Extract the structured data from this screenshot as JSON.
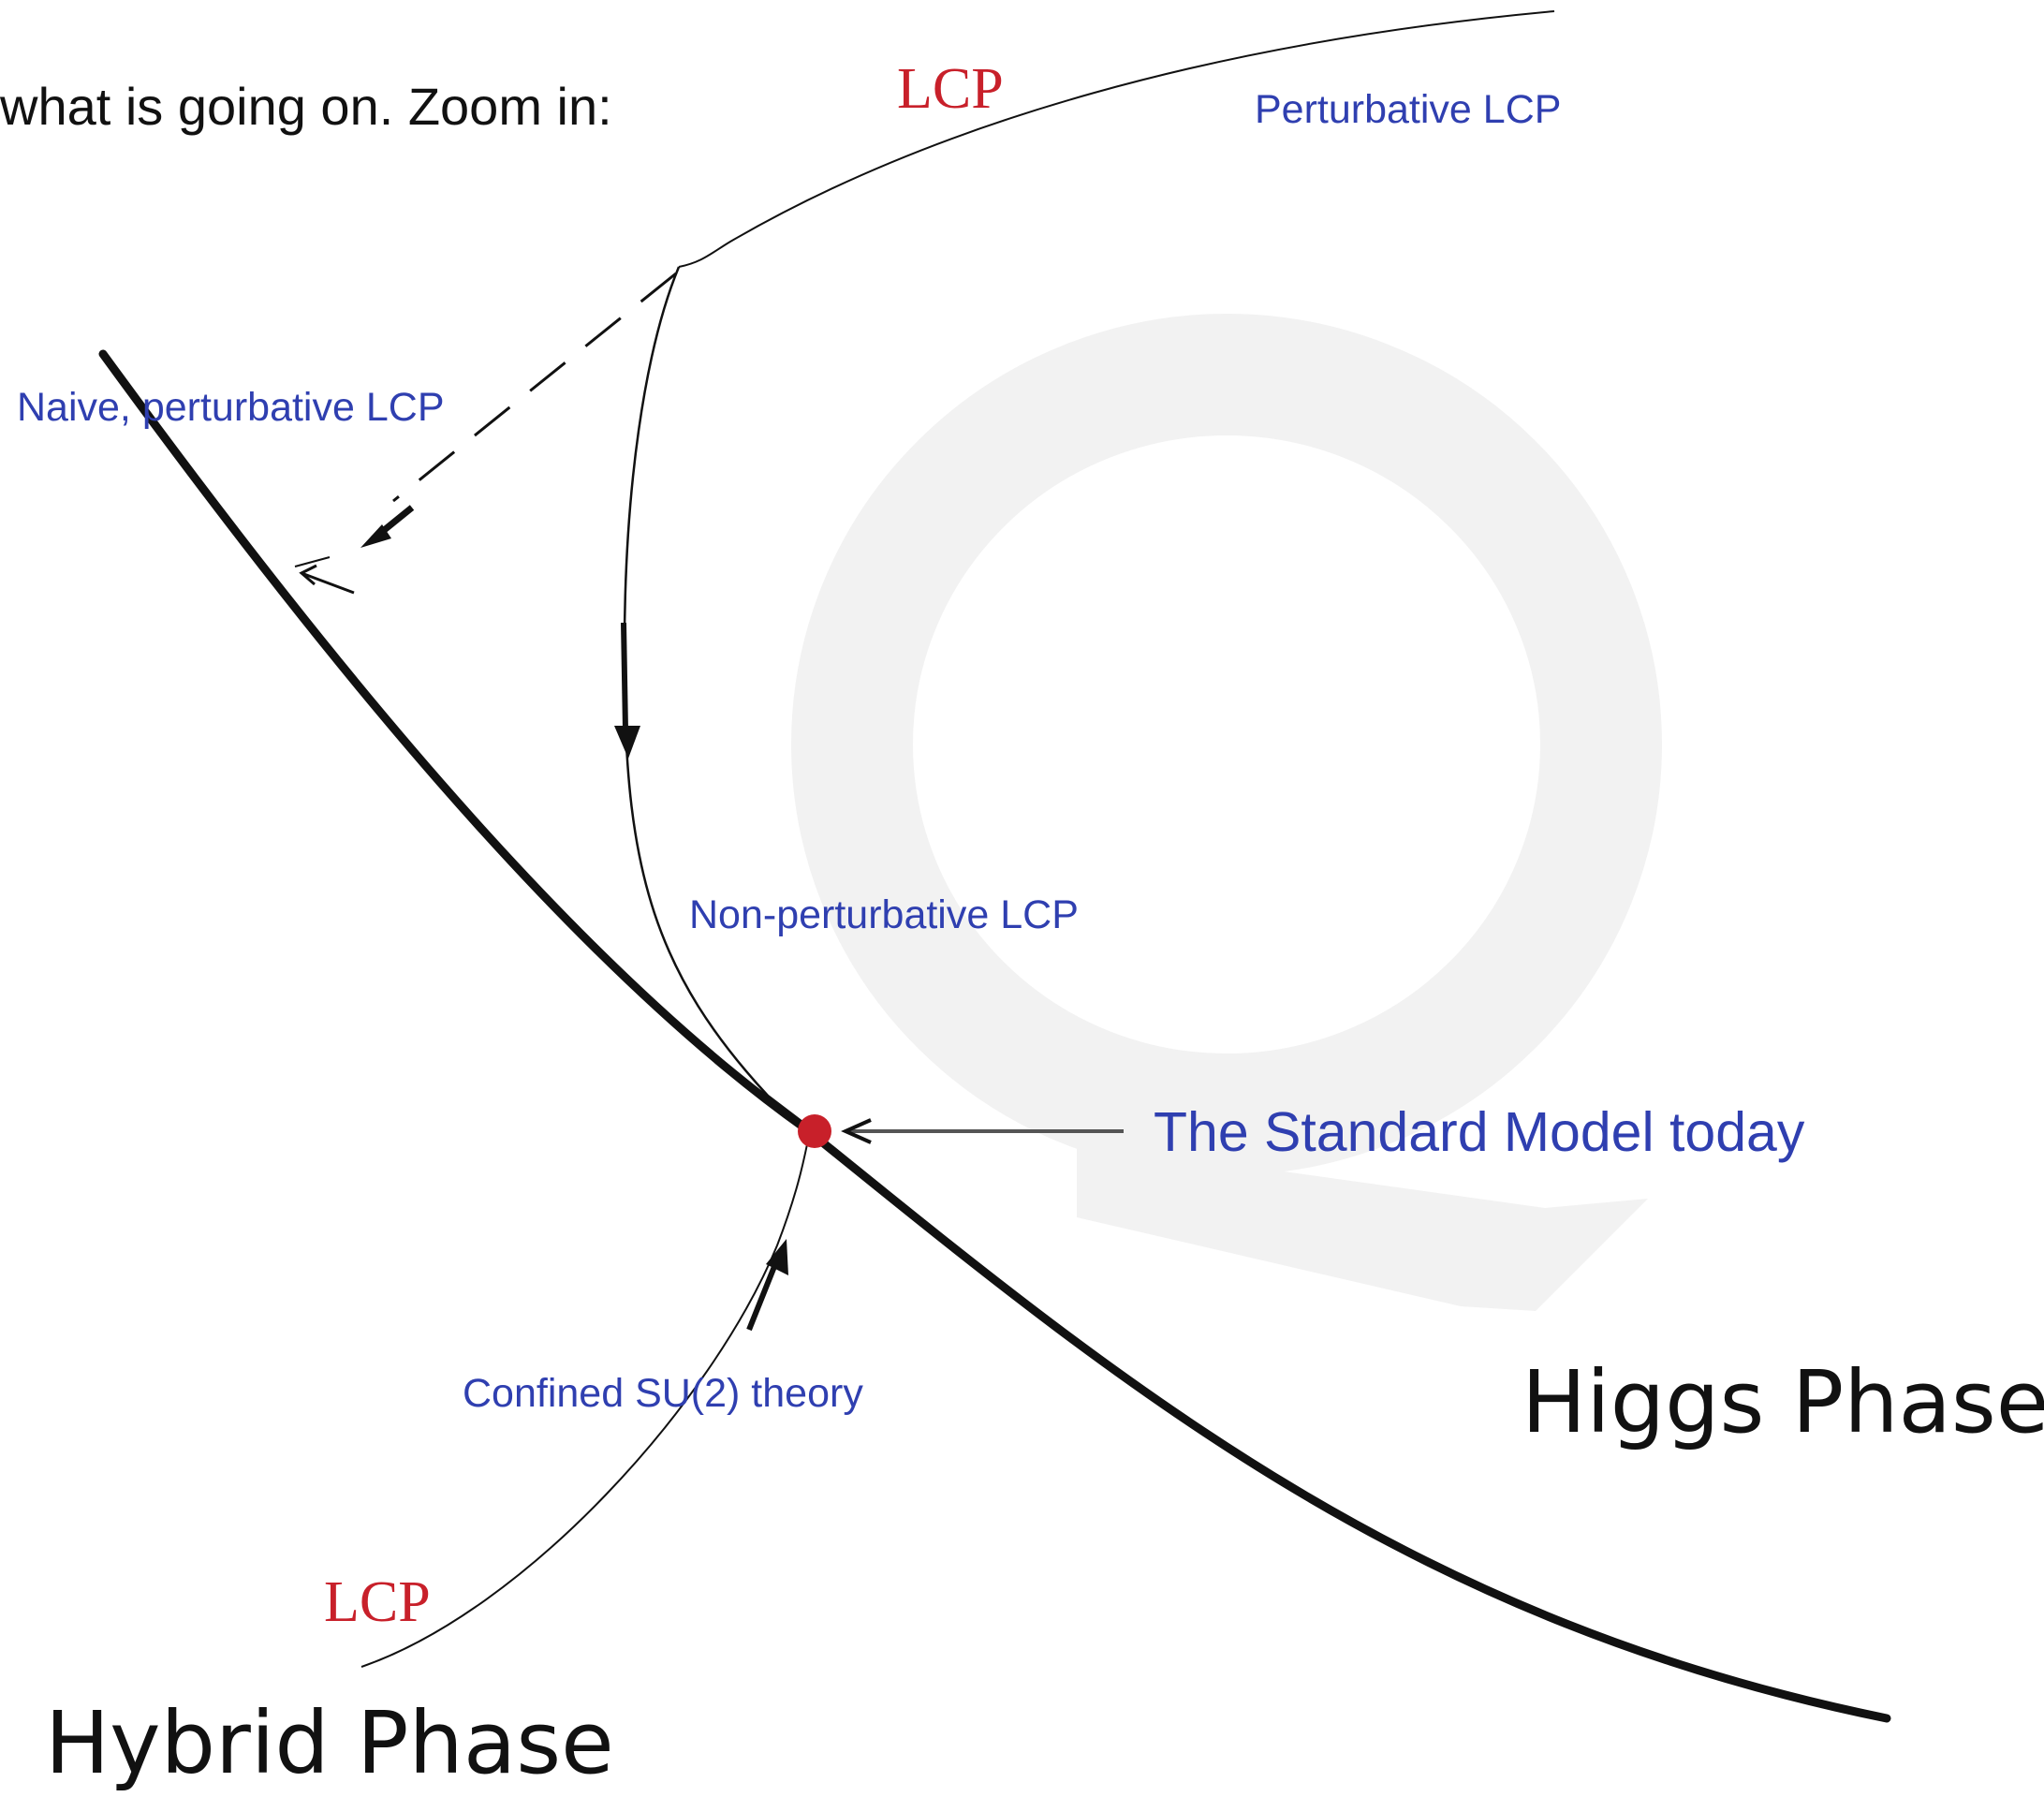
{
  "intro_text": "what is going on. Zoom in:",
  "labels": {
    "lcp_top": "LCP",
    "lcp_bottom": "LCP",
    "perturbative_lcp": "Perturbative LCP",
    "naive_perturbative_lcp": "Naive, perturbative LCP",
    "non_perturbative_lcp": "Non-perturbative LCP",
    "standard_model_today": "The Standard Model today",
    "confined_su2": "Confined SU(2) theory",
    "higgs_phase": "Higgs Phase",
    "hybrid_phase": "Hybrid Phase"
  },
  "watermark": {
    "glyph": "Q"
  },
  "colors": {
    "label_blue": "#2f3fb0",
    "lcp_red": "#c8202a",
    "standard_model_dot": "#c8202a",
    "curve_black": "#111111",
    "watermark_gray": "#f2f2f2"
  }
}
